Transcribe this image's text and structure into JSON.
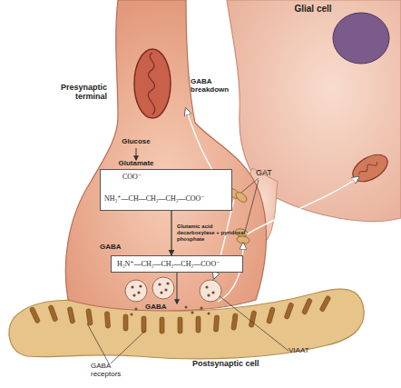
{
  "diagram": {
    "nodes": [
      {
        "text": [
          "COO⁻",
          "NH₃⁺—CH—CH₂—CH₂—COO⁻"
        ]
      },
      {
        "text": [
          "H₃N⁺—CH₂—CH₂—CH₂—COO⁻"
        ]
      }
    ],
    "edges": [
      {
        "from": 0,
        "to": 1,
        "arrow": "to",
        "label": "Glutamic acid decarboxylase + pyridoxal phosphate"
      }
    ],
    "labels": [
      "Glial cell",
      "Presynaptic terminal",
      "GABA breakdown",
      "GAT",
      "Glucose",
      "Glutamate",
      "GABA",
      "GABA",
      "VIAAT",
      "GABA receptors",
      "Postsynaptic cell"
    ]
  }
}
